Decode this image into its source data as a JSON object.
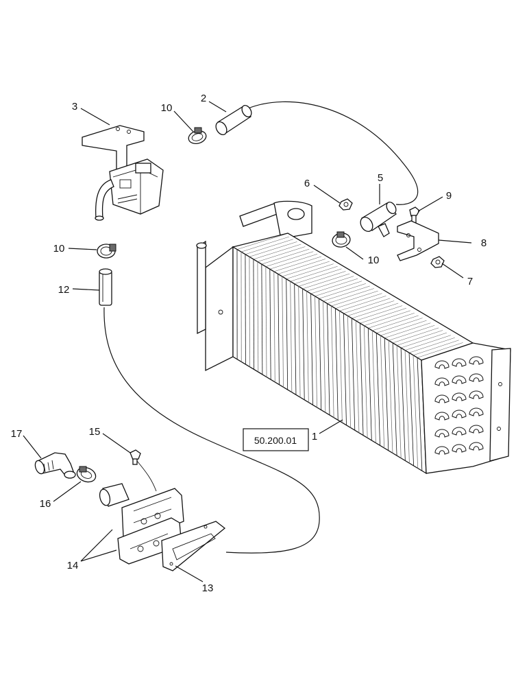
{
  "reference_box": "50.200.01",
  "callouts": {
    "c1": "1",
    "c2": "2",
    "c3": "3",
    "c5": "5",
    "c6": "6",
    "c7": "7",
    "c8": "8",
    "c9": "9",
    "c10a": "10",
    "c10b": "10",
    "c10c": "10",
    "c12": "12",
    "c13": "13",
    "c14": "14",
    "c15": "15",
    "c16": "16",
    "c17": "17"
  }
}
